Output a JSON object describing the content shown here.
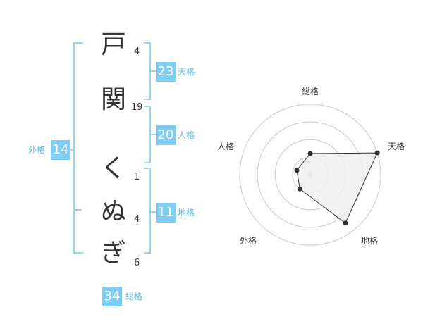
{
  "name_chars": [
    {
      "char": "戸",
      "strokes": "4"
    },
    {
      "char": "関",
      "strokes": "19"
    },
    {
      "char": "く",
      "strokes": "1"
    },
    {
      "char": "ぬ",
      "strokes": "4"
    },
    {
      "char": "ぎ",
      "strokes": "6"
    }
  ],
  "fortunes": {
    "tenkaku": {
      "value": "23",
      "label": "天格"
    },
    "jinkaku": {
      "value": "20",
      "label": "人格"
    },
    "chikaku": {
      "value": "11",
      "label": "地格"
    },
    "gaikaku": {
      "value": "14",
      "label": "外格"
    },
    "soukaku": {
      "value": "34",
      "label": "総格"
    }
  },
  "colors": {
    "accent": "#7fcdf5",
    "bracket": "#9ad4f2",
    "text": "#333333"
  },
  "chart_data": {
    "type": "radar",
    "axes": [
      "総格",
      "天格",
      "地格",
      "外格",
      "人格"
    ],
    "values": [
      0.3,
      1.0,
      0.85,
      0.25,
      0.2
    ],
    "rings": 4,
    "range": [
      0,
      1
    ],
    "fill": "#eeeeee",
    "line": "#333333"
  }
}
